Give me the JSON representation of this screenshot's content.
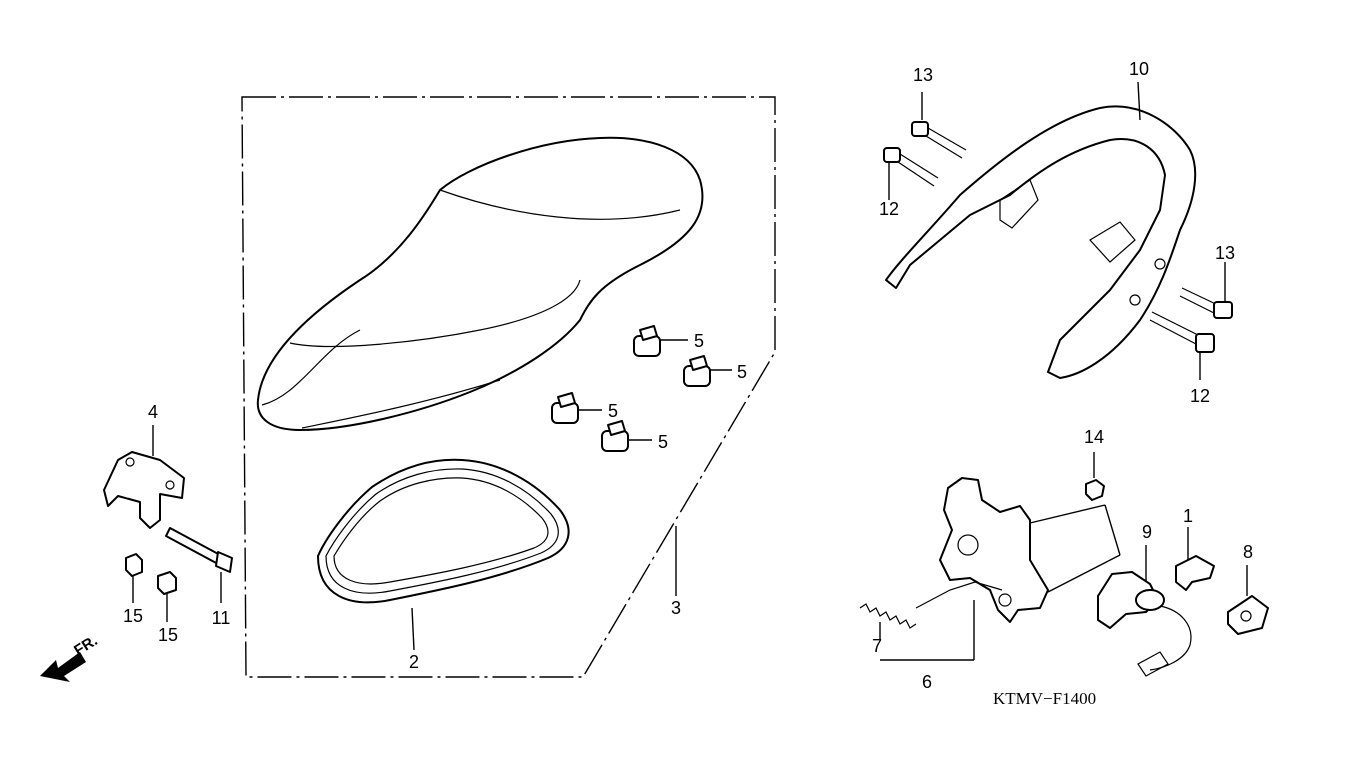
{
  "diagram": {
    "code": "KTMV−F1400",
    "direction": "FR.",
    "callouts": [
      "1",
      "2",
      "3",
      "4",
      "5",
      "5",
      "5",
      "5",
      "6",
      "7",
      "8",
      "9",
      "10",
      "11",
      "12",
      "12",
      "13",
      "13",
      "14",
      "15",
      "15"
    ]
  }
}
